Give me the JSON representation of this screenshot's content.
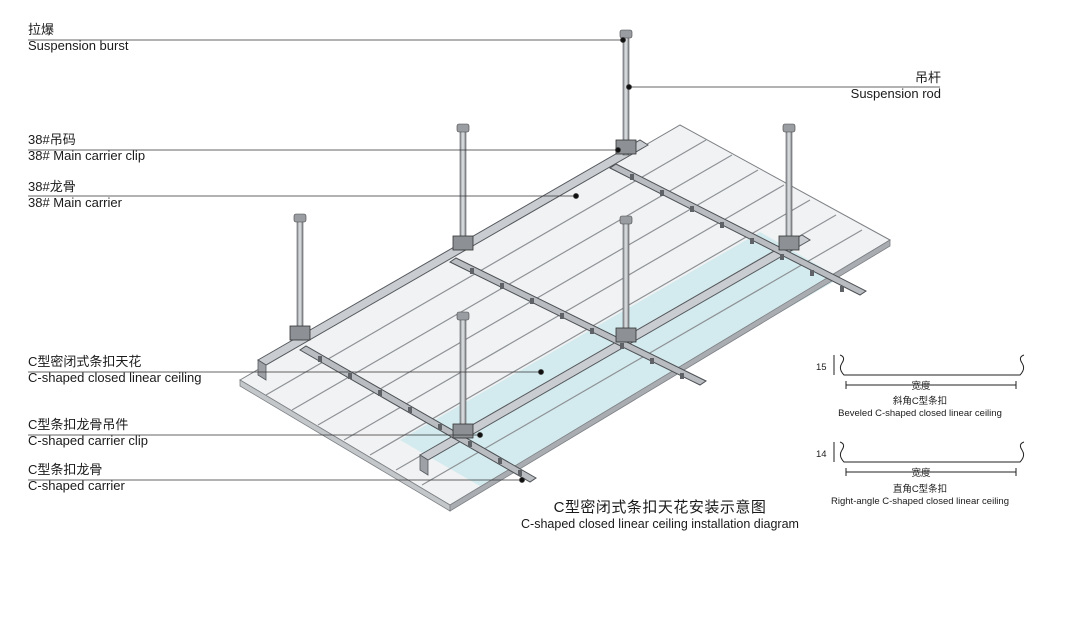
{
  "labels": {
    "suspension_burst": {
      "cn": "拉爆",
      "en": "Suspension burst"
    },
    "suspension_rod": {
      "cn": "吊杆",
      "en": "Suspension rod"
    },
    "main_carrier_clip": {
      "cn": "38#吊码",
      "en": "38# Main carrier clip"
    },
    "main_carrier": {
      "cn": "38#龙骨",
      "en": "38# Main carrier"
    },
    "linear_ceiling": {
      "cn": "C型密闭式条扣天花",
      "en": "C-shaped closed linear ceiling"
    },
    "carrier_clip": {
      "cn": "C型条扣龙骨吊件",
      "en": "C-shaped carrier clip"
    },
    "carrier": {
      "cn": "C型条扣龙骨",
      "en": "C-shaped carrier"
    }
  },
  "caption": {
    "cn": "C型密闭式条扣天花安装示意图",
    "en": "C-shaped closed linear ceiling installation diagram"
  },
  "profiles": {
    "beveled": {
      "height_label": "15",
      "width_label": "宽度",
      "cn": "斜角C型条扣",
      "en": "Beveled C-shaped closed linear ceiling"
    },
    "right_angle": {
      "height_label": "14",
      "width_label": "宽度",
      "cn": "直角C型条扣",
      "en": "Right-angle C-shaped closed linear ceiling"
    }
  },
  "colors": {
    "steel": "#b8bcc0",
    "steel_dark": "#6d7176",
    "panel": "#eef0f1",
    "glass": "#cfe9ec",
    "line": "#333333"
  }
}
